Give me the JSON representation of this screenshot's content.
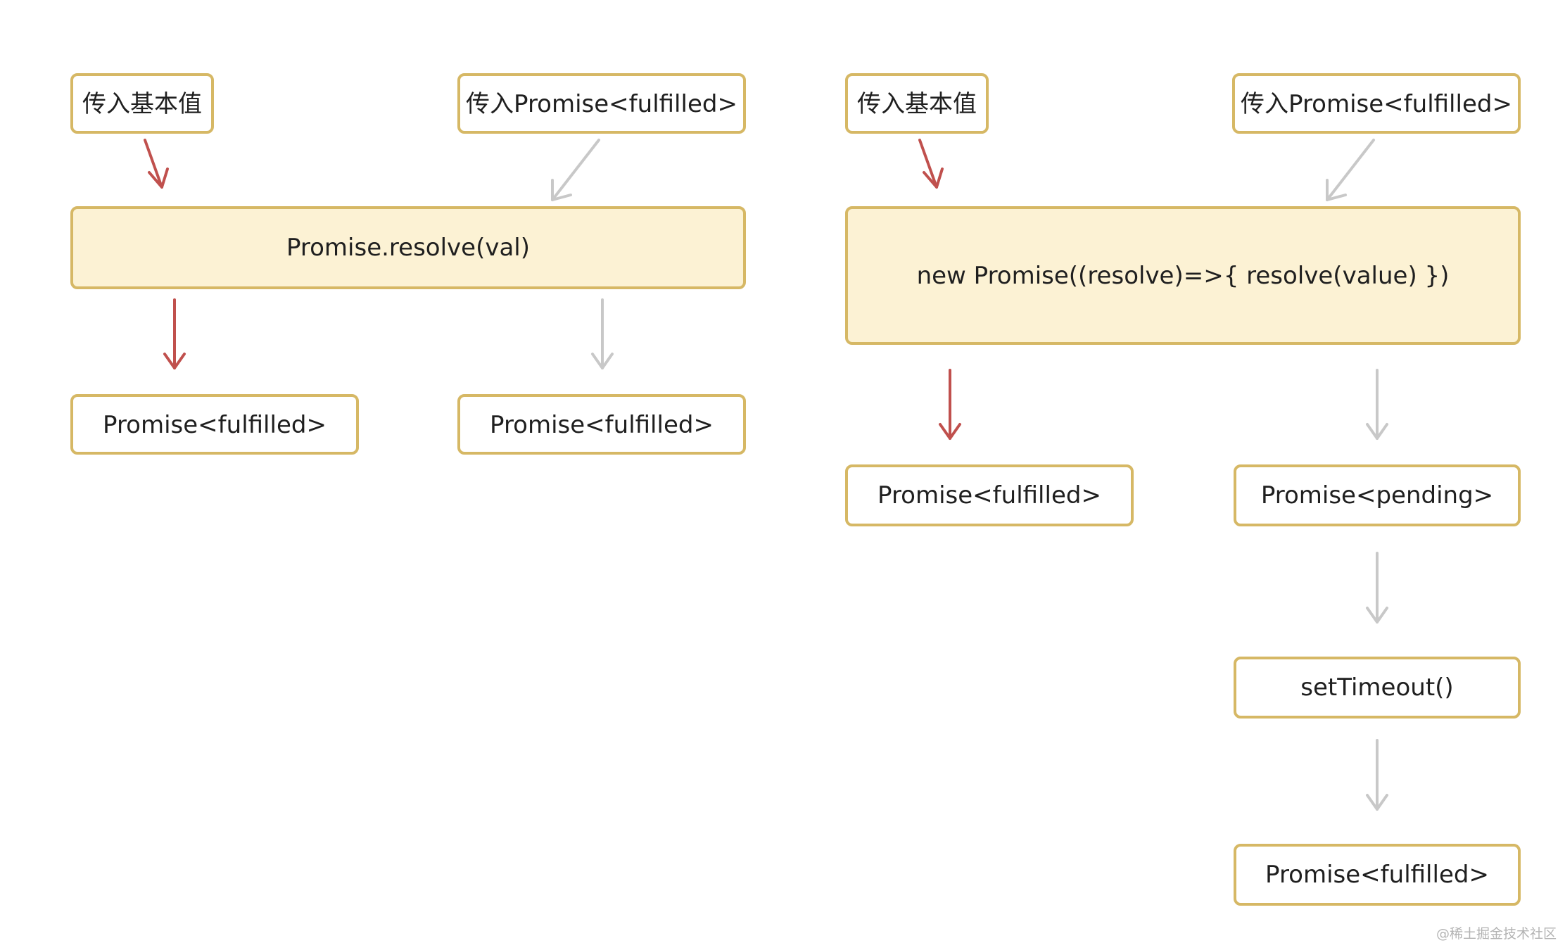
{
  "diagram": {
    "left": {
      "input_primitive": "传入基本值",
      "input_promise": "传入Promise<fulfilled>",
      "core": "Promise.resolve(val)",
      "output_primitive": "Promise<fulfilled>",
      "output_promise": "Promise<fulfilled>"
    },
    "right": {
      "input_primitive": "传入基本值",
      "input_promise": "传入Promise<fulfilled>",
      "core": "new Promise((resolve)=>{ resolve(value) })",
      "output_primitive": "Promise<fulfilled>",
      "output_pending": "Promise<pending>",
      "step_timeout": "setTimeout()",
      "output_final": "Promise<fulfilled>"
    },
    "arrow_colors": {
      "primitive_path": "#c0504d",
      "promise_path": "#c8c8c8"
    },
    "box_border_color": "#d6b865",
    "core_fill_color": "#fcf2d4"
  },
  "watermark": "@稀土掘金技术社区"
}
